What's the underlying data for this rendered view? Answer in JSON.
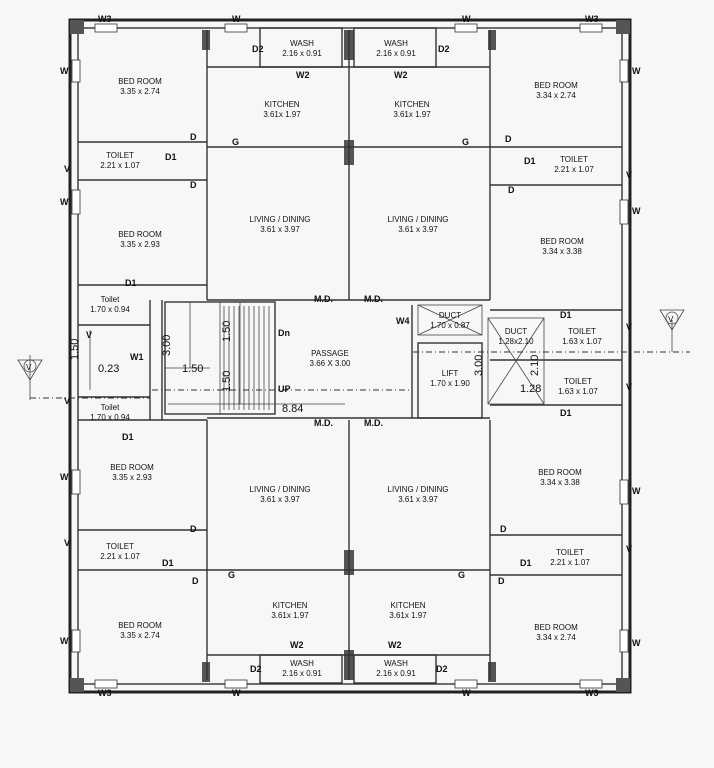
{
  "rooms": [
    {
      "id": "bed-tl",
      "name": "BED ROOM",
      "dim": "3.35 x 2.74"
    },
    {
      "id": "wash-tl",
      "name": "WASH",
      "dim": "2.16 x 0.91"
    },
    {
      "id": "wash-tr",
      "name": "WASH",
      "dim": "2.16 x 0.91"
    },
    {
      "id": "bed-tr",
      "name": "BED ROOM",
      "dim": "3.34 x 2.74"
    },
    {
      "id": "kit-tl",
      "name": "KITCHEN",
      "dim": "3.61x 1.97"
    },
    {
      "id": "kit-tr",
      "name": "KITCHEN",
      "dim": "3.61x 1.97"
    },
    {
      "id": "toilet-tl",
      "name": "TOILET",
      "dim": "2.21 x 1.07"
    },
    {
      "id": "toilet-tr",
      "name": "TOILET",
      "dim": "2.21 x 1.07"
    },
    {
      "id": "bed-ml",
      "name": "BED ROOM",
      "dim": "3.35 x 2.93"
    },
    {
      "id": "liv-tl",
      "name": "LIVING / DINING",
      "dim": "3.61 x 3.97"
    },
    {
      "id": "liv-tr",
      "name": "LIVING / DINING",
      "dim": "3.61 x 3.97"
    },
    {
      "id": "bed-mr",
      "name": "BED ROOM",
      "dim": "3.34 x 3.38"
    },
    {
      "id": "toilet-ml",
      "name": "Toilet",
      "dim": "1.70 x 0.94"
    },
    {
      "id": "duct1",
      "name": "DUCT",
      "dim": "1.70 x 0.87"
    },
    {
      "id": "duct2",
      "name": "DUCT",
      "dim": "1.28x2.10"
    },
    {
      "id": "toilet-mr1",
      "name": "TOILET",
      "dim": "1.63 x 1.07"
    },
    {
      "id": "passage",
      "name": "PASSAGE",
      "dim": "3.66 X 3.00"
    },
    {
      "id": "lift",
      "name": "LIFT",
      "dim": "1.70 x 1.90"
    },
    {
      "id": "toilet-mr2",
      "name": "TOILET",
      "dim": "1.63 x 1.07"
    },
    {
      "id": "toilet-ml2",
      "name": "Toilet",
      "dim": "1.70 x 0.94"
    },
    {
      "id": "bed-bl2",
      "name": "BED ROOM",
      "dim": "3.35 x 2.93"
    },
    {
      "id": "liv-bl",
      "name": "LIVING / DINING",
      "dim": "3.61 x 3.97"
    },
    {
      "id": "liv-br",
      "name": "LIVING / DINING",
      "dim": "3.61 x 3.97"
    },
    {
      "id": "bed-br2",
      "name": "BED ROOM",
      "dim": "3.34 x 3.38"
    },
    {
      "id": "toilet-bl",
      "name": "TOILET",
      "dim": "2.21 x 1.07"
    },
    {
      "id": "toilet-br",
      "name": "TOILET",
      "dim": "2.21 x 1.07"
    },
    {
      "id": "kit-bl",
      "name": "KITCHEN",
      "dim": "3.61x 1.97"
    },
    {
      "id": "kit-br",
      "name": "KITCHEN",
      "dim": "3.61x 1.97"
    },
    {
      "id": "bed-bl",
      "name": "BED ROOM",
      "dim": "3.35 x 2.74"
    },
    {
      "id": "bed-br",
      "name": "BED ROOM",
      "dim": "3.34 x 2.74"
    },
    {
      "id": "wash-bl",
      "name": "WASH",
      "dim": "2.16 x 0.91"
    },
    {
      "id": "wash-br",
      "name": "WASH",
      "dim": "2.16 x 0.91"
    }
  ],
  "labels": {
    "w": "W",
    "w1": "W1",
    "w2": "W2",
    "w3": "W3",
    "w4": "W4",
    "d": "D",
    "d1": "D1",
    "d2": "D2",
    "g": "G",
    "v": "V",
    "md": "M.D.",
    "dn": "Dn",
    "up": "UP"
  },
  "dims": {
    "d150a": "1.50",
    "d150b": "1.50",
    "d150c": "1.50",
    "d150d": "1.50",
    "d300a": "3.00",
    "d300b": "3.00",
    "d023": "0.23",
    "d884": "8.84",
    "d210": "2.10",
    "d128": "1.28"
  },
  "section_mark": "V"
}
